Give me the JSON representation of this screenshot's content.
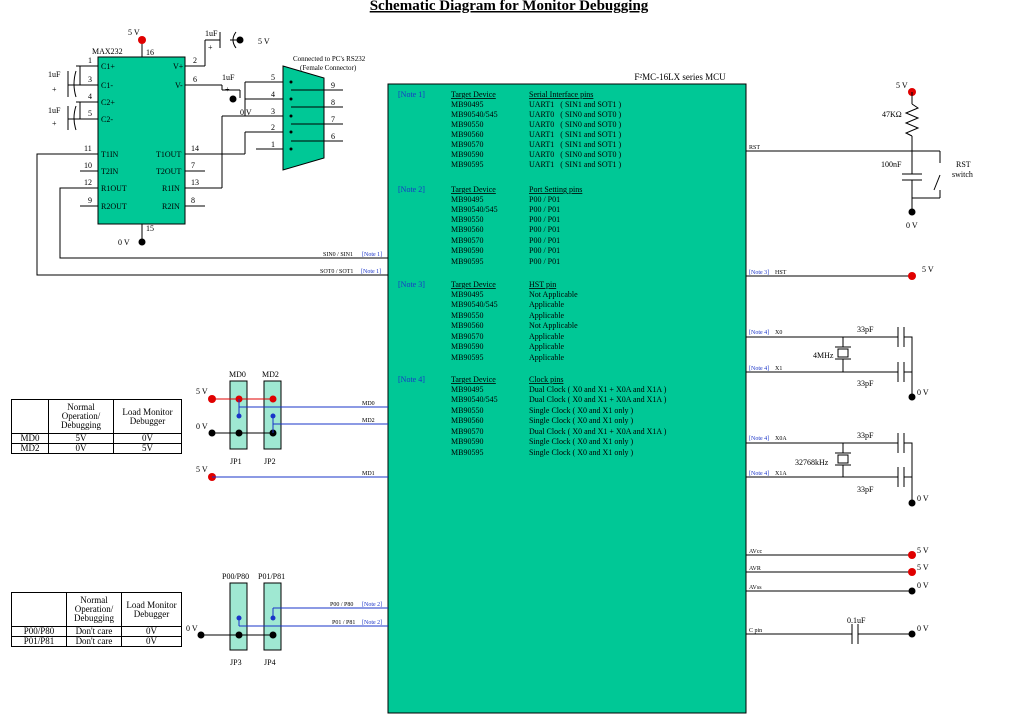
{
  "title": "Schematic Diagram for Monitor Debugging",
  "max232": {
    "name": "MAX232",
    "left_pins": [
      {
        "num": "1",
        "label": "C1+"
      },
      {
        "num": "3",
        "label": "C1-"
      },
      {
        "num": "4",
        "label": "C2+"
      },
      {
        "num": "5",
        "label": "C2-"
      },
      {
        "num": "11",
        "label": "T1IN"
      },
      {
        "num": "10",
        "label": "T2IN"
      },
      {
        "num": "12",
        "label": "R1OUT"
      },
      {
        "num": "9",
        "label": "R2OUT"
      }
    ],
    "right_pins": [
      {
        "num": "2",
        "label": "V+"
      },
      {
        "num": "6",
        "label": "V-"
      },
      {
        "num": "14",
        "label": "T1OUT"
      },
      {
        "num": "7",
        "label": "T2OUT"
      },
      {
        "num": "13",
        "label": "R1IN"
      },
      {
        "num": "8",
        "label": "R2IN"
      }
    ],
    "vcc_pin": "16",
    "gnd_pin": "15"
  },
  "capacitor_1uf": "1uF",
  "plus_sign": "+",
  "connector": {
    "caption_line1": "Connected to PC's RS232",
    "caption_line2": "(Female Connector)",
    "left_pins": [
      "5",
      "4",
      "3",
      "2",
      "1"
    ],
    "right_pins": [
      "9",
      "8",
      "7",
      "6"
    ]
  },
  "supply": {
    "v5": "5 V",
    "v0": "0 V"
  },
  "mcu": {
    "name": "F²MC-16LX series MCU",
    "notes": [
      {
        "tag": "[Note 1]",
        "col1_header": "Target Device",
        "col2_header": "Serial Interface pins",
        "rows": [
          [
            "MB90495",
            "UART1   ( SIN1 and SOT1 )"
          ],
          [
            "MB90540/545",
            "UART0   ( SIN0 and SOT0 )"
          ],
          [
            "MB90550",
            "UART0   ( SIN0 and SOT0 )"
          ],
          [
            "MB90560",
            "UART1   ( SIN1 and SOT1 )"
          ],
          [
            "MB90570",
            "UART1   ( SIN1 and SOT1 )"
          ],
          [
            "MB90590",
            "UART0   ( SIN0 and SOT0 )"
          ],
          [
            "MB90595",
            "UART1   ( SIN1 and SOT1 )"
          ]
        ]
      },
      {
        "tag": "[Note 2]",
        "col1_header": "Target Device",
        "col2_header": "Port Setting pins",
        "rows": [
          [
            "MB90495",
            "P00 / P01"
          ],
          [
            "MB90540/545",
            "P00 / P01"
          ],
          [
            "MB90550",
            "P00 / P01"
          ],
          [
            "MB90560",
            "P00 / P01"
          ],
          [
            "MB90570",
            "P00 / P01"
          ],
          [
            "MB90590",
            "P00 / P01"
          ],
          [
            "MB90595",
            "P00 / P01"
          ]
        ]
      },
      {
        "tag": "[Note 3]",
        "col1_header": "Target Device",
        "col2_header": "HST pin",
        "rows": [
          [
            "MB90495",
            "Not Applicable"
          ],
          [
            "MB90540/545",
            "Applicable"
          ],
          [
            "MB90550",
            "Applicable"
          ],
          [
            "MB90560",
            "Not Applicable"
          ],
          [
            "MB90570",
            "Applicable"
          ],
          [
            "MB90590",
            "Applicable"
          ],
          [
            "MB90595",
            "Applicable"
          ]
        ]
      },
      {
        "tag": "[Note 4]",
        "col1_header": "Target Device",
        "col2_header": "Clock pins",
        "rows": [
          [
            "MB90495",
            "Dual Clock ( X0 and X1 + X0A and X1A )"
          ],
          [
            "MB90540/545",
            "Dual Clock ( X0 and X1 + X0A and X1A )"
          ],
          [
            "MB90550",
            "Single Clock ( X0 and X1 only )"
          ],
          [
            "MB90560",
            "Single Clock ( X0 and X1 only )"
          ],
          [
            "MB90570",
            "Dual Clock ( X0 and X1 + X0A and X1A )"
          ],
          [
            "MB90590",
            "Single Clock ( X0 and X1 only )"
          ],
          [
            "MB90595",
            "Single Clock ( X0 and X1 only )"
          ]
        ]
      }
    ],
    "left_signals": {
      "sin": "SIN0 / SIN1",
      "sot": "SOT0 / SOT1",
      "note1": "[Note 1]",
      "md0": "MD0",
      "md2": "MD2",
      "md1": "MD1",
      "p00": "P00 / P80",
      "p01": "P01 / P81",
      "note2": "[Note 2]"
    },
    "right_signals": {
      "rst": "RST",
      "hst": "HST",
      "note3": "[Note 3]",
      "note4": "[Note 4]",
      "x0": "X0",
      "x1": "X1",
      "x0a": "X0A",
      "x1a": "X1A",
      "avcc": "AVcc",
      "avr": "AVR",
      "avss": "AVss",
      "cpin": "C pin"
    }
  },
  "rst_circuit": {
    "resistor": "47KΩ",
    "capacitor": "100nF",
    "switch_line1": "RST",
    "switch_line2": "switch"
  },
  "oscillators": {
    "cap": "33pF",
    "crystal_main": "4MHz",
    "crystal_sub": "32768kHz"
  },
  "c_pin_cap": "0.1uF",
  "jumpers": {
    "md0": "MD0",
    "md2": "MD2",
    "jp1": "JP1",
    "jp2": "JP2",
    "p00": "P00/P80",
    "p01": "P01/P81",
    "jp3": "JP3",
    "jp4": "JP4"
  },
  "mode_table": {
    "headers": [
      "",
      "Normal Operation/ Debugging",
      "Load Monitor Debugger"
    ],
    "rows": [
      [
        "MD0",
        "5V",
        "0V"
      ],
      [
        "MD2",
        "0V",
        "5V"
      ]
    ]
  },
  "port_table": {
    "headers": [
      "",
      "Normal Operation/ Debugging",
      "Load Monitor Debugger"
    ],
    "rows": [
      [
        "P00/P80",
        "Don't care",
        "0V"
      ],
      [
        "P01/P81",
        "Don't care",
        "0V"
      ]
    ]
  }
}
